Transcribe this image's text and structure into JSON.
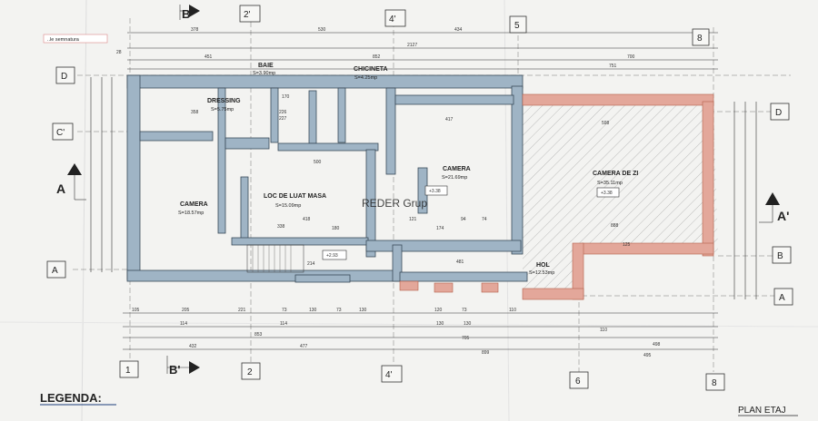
{
  "title": "PLAN ETAJ",
  "legend": "LEGENDA:",
  "watermark": "REDER Grup",
  "top_stamp": "..le semnatura",
  "section_marks": {
    "left": "A",
    "right": "A'",
    "top": "B",
    "bottom": "B'"
  },
  "axes": {
    "vertical": [
      "1",
      "2",
      "4'",
      "6",
      "8"
    ],
    "top": [
      "2'",
      "4'",
      "5",
      "8"
    ],
    "horizontal": [
      "D",
      "C'",
      "A",
      "D",
      "B",
      "A"
    ]
  },
  "rooms": [
    {
      "name": "BAIE",
      "area": "S=3.90mp"
    },
    {
      "name": "CHICINETA",
      "area": "S=4.25mp"
    },
    {
      "name": "DRESSING",
      "area": "S=5.75mp"
    },
    {
      "name": "CAMERA",
      "area": "S=21.69mp"
    },
    {
      "name": "CAMERA DE ZI",
      "area": "S=35.11mp"
    },
    {
      "name": "LOC DE LUAT MASA",
      "area": "S=15.09mp"
    },
    {
      "name": "CAMERA",
      "area": "S=18.57mp"
    },
    {
      "name": "HOL",
      "area": "S=12.53mp"
    }
  ],
  "levels": [
    "+3.38",
    "+3.38",
    "+2.93"
  ],
  "dims_top": [
    "378",
    "530",
    "434",
    "2127",
    "451",
    "852",
    "700",
    "751",
    "28"
  ],
  "dims_bottom": [
    "105",
    "205",
    "221",
    "73",
    "130",
    "73",
    "130",
    "120",
    "73",
    "110",
    "110",
    "114",
    "114",
    "130",
    "130",
    "853",
    "477",
    "705",
    "498",
    "432",
    "899",
    "495"
  ],
  "dims_interior": [
    "170",
    "226",
    "227",
    "358",
    "500",
    "417",
    "121",
    "174",
    "94",
    "74",
    "418",
    "338",
    "180",
    "214",
    "481",
    "888",
    "598",
    "125"
  ]
}
